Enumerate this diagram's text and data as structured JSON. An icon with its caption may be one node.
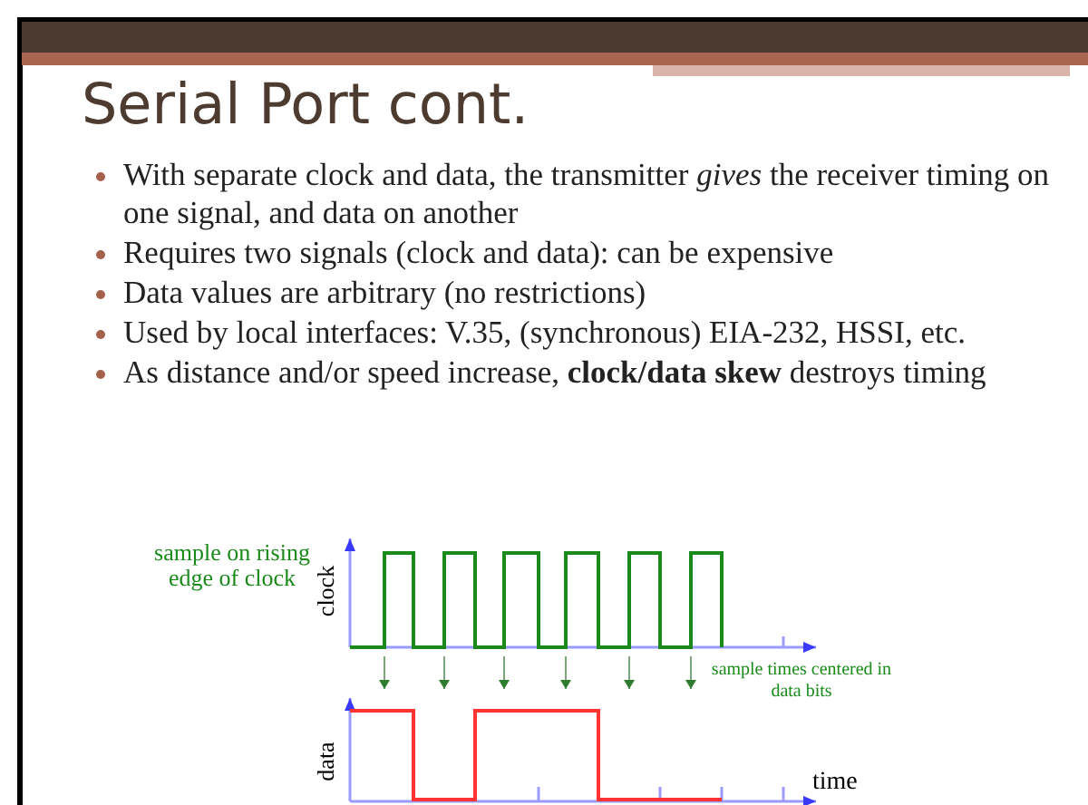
{
  "diagram": {
    "title": "Serial Port cont.",
    "labels": [
      "With separate clock and data, the transmitter *gives* the receiver timing on one signal, and data on another",
      "Requires two signals (clock and data): can be expensive",
      "Data values are arbitrary (no restrictions)",
      "Used by local interfaces: V.35, (synchronous) EIA-232, HSSI, etc.",
      "As distance and/or speed increase, **clock/data skew** destroys timing",
      "sample on rising edge of clock",
      "clock",
      "sample times centered in data bits",
      "data",
      "time"
    ]
  }
}
